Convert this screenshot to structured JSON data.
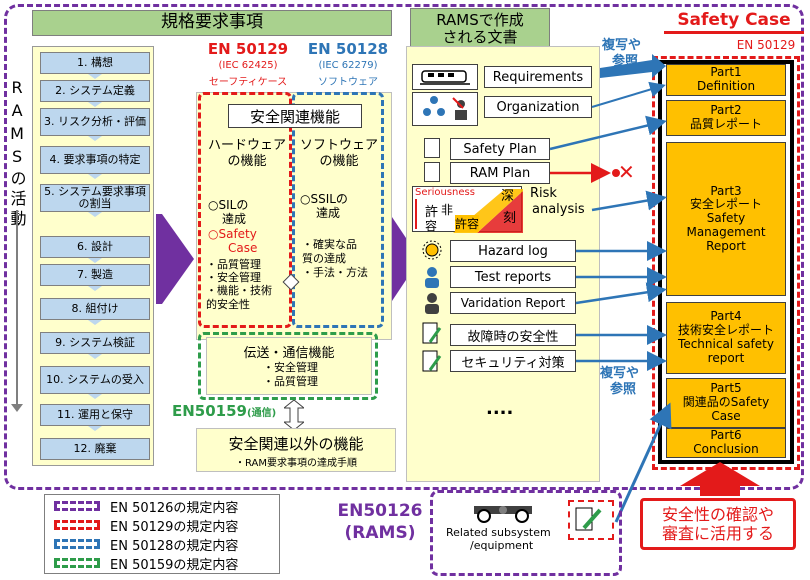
{
  "headers": {
    "requirements": "規格要求事項",
    "rams_docs_line1": "RAMSで作成",
    "rams_docs_line2": "される文書",
    "safety_case": "Safety Case",
    "en50129_right": "EN 50129"
  },
  "left_column": {
    "vertical_label": "RAMSの活動",
    "steps": [
      "1. 構想",
      "2. システム定義",
      "3. リスク分析・評価",
      "4. 要求事項の特定",
      "5. システム要求事項の割当",
      "6. 設計",
      "7. 製造",
      "8. 組付け",
      "9. システム検証",
      "10. システムの受入",
      "11. 運用と保守",
      "12. 廃棄"
    ]
  },
  "standards": {
    "en50129": "EN 50129",
    "en50129_iec": "(IEC 62425)",
    "en50129_sub": "セーフティケース",
    "en50128": "EN 50128",
    "en50128_iec": "(IEC 62279)",
    "en50128_sub": "ソフトウェア",
    "en50159": "EN50159",
    "en50159_sub": "(通信)",
    "en50126": "EN50126",
    "en50126_sub": "(RAMS)"
  },
  "middle": {
    "safety_functions": "安全関連機能",
    "hw_title_1": "ハードウェア",
    "hw_title_2": "の機能",
    "hw_sil_1": "○SILの",
    "hw_sil_2": "達成",
    "hw_case_1": "○Safety",
    "hw_case_2": "Case",
    "hw_items": [
      "・品質管理",
      "・安全管理",
      "・機能・技術",
      "的安全性"
    ],
    "sw_title_1": "ソフトウェア",
    "sw_title_2": "の機能",
    "sw_ssil_1": "○SSILの",
    "sw_ssil_2": "達成",
    "sw_items": [
      "・確実な品",
      "質の達成",
      "・手法・方法"
    ],
    "comm_title": "伝送・通信機能",
    "comm_items": [
      "・安全管理",
      "・品質管理"
    ],
    "nonsafety_title": "安全関連以外の機能",
    "nonsafety_sub": "・RAM要求事項の達成手順"
  },
  "documents": {
    "requirements": "Requirements",
    "organization": "Organization",
    "safety_plan": "Safety Plan",
    "ram_plan": "RAM Plan",
    "risk_analysis_1": "Risk",
    "risk_analysis_2": "analysis",
    "risk_seriousness": "Seriousness",
    "risk_deep": "深",
    "risk_kyo": "許",
    "risk_hi": "非",
    "risk_yo": "容",
    "risk_kyoyo": "許容",
    "risk_koku": "刻",
    "hazard_log": "Hazard log",
    "test_reports": "Test reports",
    "validation_report": "Varidation Report",
    "failure_safety": "故障時の安全性",
    "security": "セキュリティ対策",
    "ellipsis": "....",
    "reject_mark": "✕"
  },
  "annotations": {
    "copy_ref_1": "複写や",
    "copy_ref_2": "参照",
    "copy_ref_3": "複写や",
    "copy_ref_4": "参照"
  },
  "safety_case_parts": [
    {
      "line1": "Part1",
      "line2": "Definition",
      "line3": "",
      "line4": ""
    },
    {
      "line1": "Part2",
      "line2": "品質レポート",
      "line3": "",
      "line4": ""
    },
    {
      "line1": "Part3",
      "line2": "安全レポート",
      "line3": "Safety",
      "line4": "Management Report"
    },
    {
      "line1": "Part4",
      "line2": "技術安全レポート",
      "line3": "Technical safety",
      "line4": "report"
    },
    {
      "line1": "Part5",
      "line2": "関連品のSafety",
      "line3": "Case",
      "line4": ""
    },
    {
      "line1": "Part6",
      "line2": "Conclusion",
      "line3": "",
      "line4": ""
    }
  ],
  "legend": [
    {
      "label": "EN 50126の規定内容",
      "color": "#7030a0"
    },
    {
      "label": "EN 50129の規定内容",
      "color": "#e31a1a"
    },
    {
      "label": "EN 50128の規定内容",
      "color": "#2e75b6"
    },
    {
      "label": "EN 50159の規定内容",
      "color": "#2e9c4a"
    }
  ],
  "bottom": {
    "related_1": "Related subsystem",
    "related_2": "/equipment",
    "confirm_1": "安全性の確認や",
    "confirm_2": "審査に活用する"
  },
  "colors": {
    "purple": "#7030a0",
    "red": "#e31a1a",
    "blue": "#2e75b6",
    "green": "#2e9c4a",
    "orange": "#ffc000",
    "cream": "#ffffcc",
    "light_blue": "#bdd7ee",
    "header_green": "#a9d18e"
  }
}
